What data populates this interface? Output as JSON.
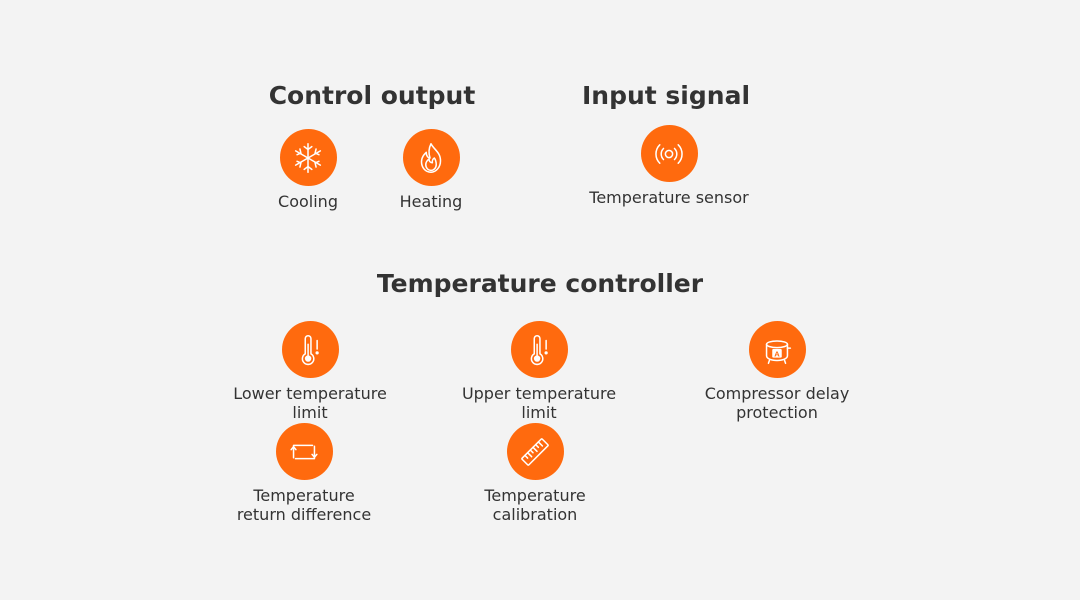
{
  "sections": {
    "control_output": {
      "title": "Control output",
      "items": [
        {
          "label": "Cooling",
          "icon": "snowflake-icon"
        },
        {
          "label": "Heating",
          "icon": "flame-icon"
        }
      ]
    },
    "input_signal": {
      "title": "Input signal",
      "items": [
        {
          "label": "Temperature sensor",
          "icon": "sensor-signal-icon"
        }
      ]
    },
    "temperature_controller": {
      "title": "Temperature controller",
      "items": [
        {
          "line1": "Lower temperature",
          "line2": "limit",
          "icon": "thermometer-alert-icon"
        },
        {
          "line1": "Upper temperature",
          "line2": "limit",
          "icon": "thermometer-alert-icon"
        },
        {
          "line1": "Compressor delay",
          "line2": "protection",
          "icon": "compressor-icon"
        },
        {
          "line1": "Temperature",
          "line2": "return difference",
          "icon": "return-arrows-icon"
        },
        {
          "line1": "Temperature",
          "line2": "calibration",
          "icon": "ruler-icon"
        }
      ]
    }
  },
  "colors": {
    "accent": "#ff6a0e",
    "background": "#f3f3f3",
    "text": "#333333"
  }
}
